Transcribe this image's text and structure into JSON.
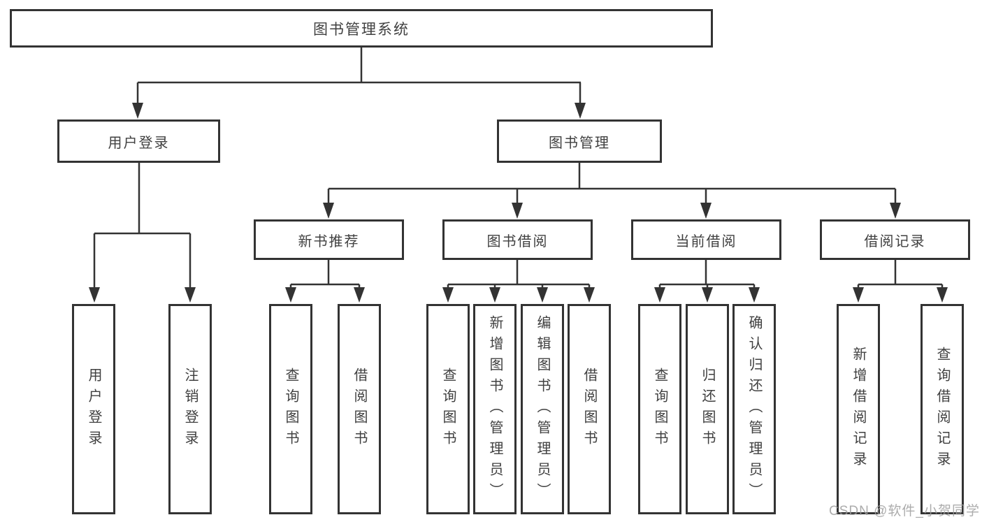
{
  "diagram": {
    "root": {
      "label": "图书管理系统"
    },
    "branches": {
      "user_login": {
        "label": "用户登录",
        "children": {
          "login": "用户登录",
          "logout": "注销登录"
        }
      },
      "book_management": {
        "label": "图书管理",
        "sections": {
          "new_book_recommend": {
            "label": "新书推荐",
            "children": {
              "query_books": "查询图书",
              "borrow_books": "借阅图书"
            }
          },
          "book_borrowing": {
            "label": "图书借阅",
            "children": {
              "query_books": "查询图书",
              "add_books": "新增图书（管理员）",
              "edit_books": "编辑图书（管理员）",
              "borrow_books": "借阅图书"
            }
          },
          "current_borrowing": {
            "label": "当前借阅",
            "children": {
              "query_books": "查询图书",
              "return_books": "归还图书",
              "confirm_return": "确认归还（管理员）"
            }
          },
          "borrowing_records": {
            "label": "借阅记录",
            "children": {
              "add_record": "新增借阅记录",
              "query_record": "查询借阅记录"
            }
          }
        }
      }
    }
  },
  "watermark": {
    "text": "CSDN @软件_小贺同学"
  },
  "colors": {
    "line": "#333333",
    "box_border": "#333333",
    "text": "#404040",
    "background": "#ffffff",
    "watermark": "#9e9e9e"
  }
}
